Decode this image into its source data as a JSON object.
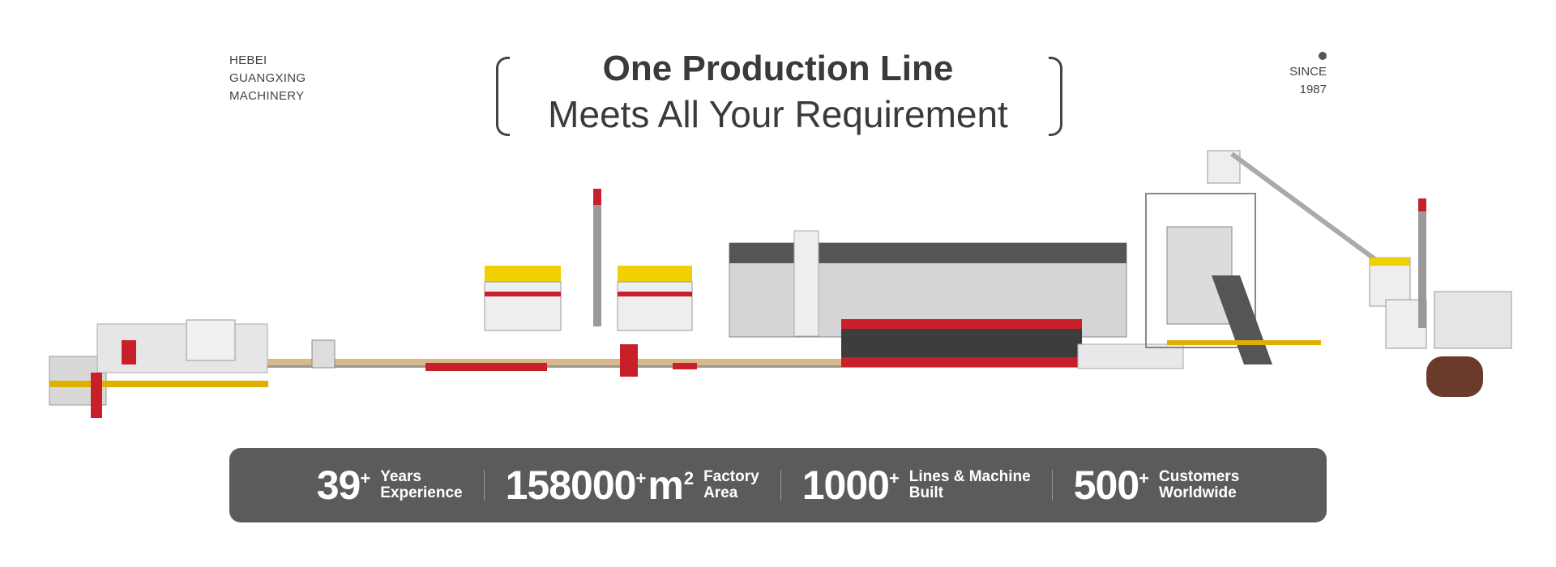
{
  "brand": {
    "line1": "HEBEI",
    "line2": "GUANGXING",
    "line3": "MACHINERY"
  },
  "headline": {
    "title": "One Production Line",
    "subtitle": "Meets All Your Requirement"
  },
  "since": {
    "label": "SINCE",
    "year": "1987"
  },
  "colors": {
    "stats_bg": "#5b5b5b",
    "accent": "#c8202a",
    "text": "#3a3a3a"
  },
  "stats": [
    {
      "value": "39",
      "sup": "+",
      "unit": "",
      "unit_sup": "",
      "label1": "Years",
      "label2": "Experience"
    },
    {
      "value": "158000",
      "sup": "+",
      "unit": "m",
      "unit_sup": "2",
      "label1": "Factory",
      "label2": "Area"
    },
    {
      "value": "1000",
      "sup": "+",
      "unit": "",
      "unit_sup": "",
      "label1": "Lines & Machine",
      "label2": "Built"
    },
    {
      "value": "500",
      "sup": "+",
      "unit": "",
      "unit_sup": "",
      "label1": "Customers",
      "label2": "Worldwide"
    }
  ]
}
